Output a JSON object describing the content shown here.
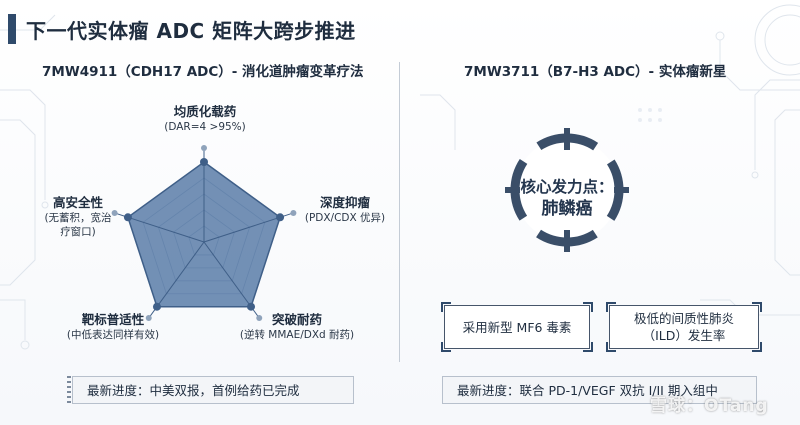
{
  "title": "下一代实体瘤 ADC 矩阵大跨步推进",
  "left": {
    "heading": "7MW4911（CDH17 ADC）- 消化道肿瘤变革疗法",
    "axes": [
      {
        "name": "均质化载药",
        "sub": "(DAR=4 >95%)"
      },
      {
        "name": "深度抑瘤",
        "sub": "(PDX/CDX 优异)"
      },
      {
        "name": "突破耐药",
        "sub": "(逆转 MMAE/DXd 耐药)"
      },
      {
        "name": "靶标普适性",
        "sub": "(中低表达同样有效)"
      },
      {
        "name": "高安全性",
        "sub1": "(无蓄积，宽治",
        "sub2": "疗窗口)"
      }
    ],
    "progress": "最新进度：中美双报，首例给药已完成"
  },
  "right": {
    "heading": "7MW3711（B7-H3 ADC）- 实体瘤新星",
    "target_line1": "核心发力点：",
    "target_line2": "肺鳞癌",
    "feature1": "采用新型 MF6 毒素",
    "feature2_line1": "极低的间质性肺炎",
    "feature2_line2": "（ILD）发生率",
    "progress": "最新进度：联合 PD-1/VEGF 双抗 I/II 期入组中"
  },
  "watermark": "雪球：OTang",
  "colors": {
    "accent": "#2f4a6b",
    "radar_fill": "#5b7da8",
    "text": "#1f2d3f"
  }
}
